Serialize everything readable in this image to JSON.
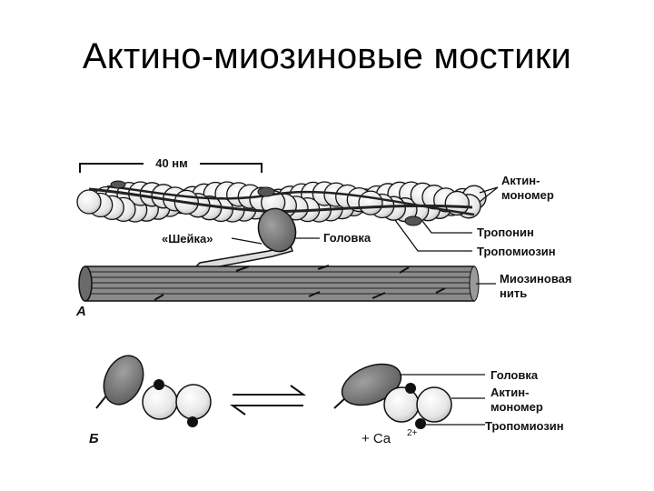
{
  "slide": {
    "title": "Актино-миозиновые мостики"
  },
  "diagram": {
    "scale_label": "40 нм",
    "labels": {
      "actin_monomer_line1": "Актин-",
      "actin_monomer_line2": "мономер",
      "troponin": "Тропонин",
      "tropomyosin": "Тропомиозин",
      "neck": "«Шейка»",
      "head": "Головка",
      "myosin_line1": "Миозиновая",
      "myosin_line2": "нить",
      "panel_a": "А",
      "panel_b": "Б",
      "head_b": "Головка",
      "actin_b_line1": "Актин-",
      "actin_b_line2": "мономер",
      "tropomyosin_b": "Тропомиозин",
      "calcium": "+ Ca",
      "calcium_charge": "2+"
    }
  }
}
